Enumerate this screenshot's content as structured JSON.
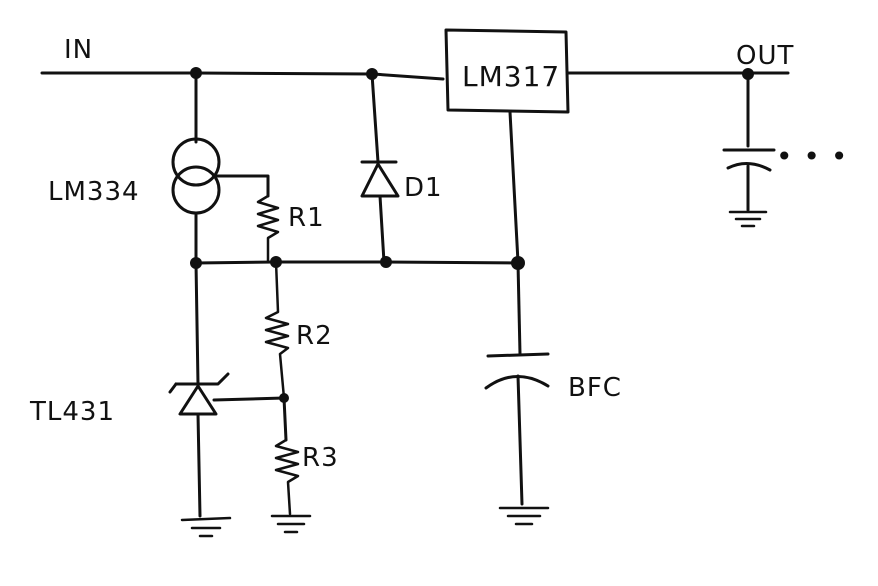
{
  "labels": {
    "in": "IN",
    "out": "OUT",
    "regulator": "LM317",
    "current_source": "LM334",
    "r1": "R1",
    "r2": "R2",
    "r3": "R3",
    "d1": "D1",
    "shunt_ref": "TL431",
    "cap": "BFC",
    "more": "• • •"
  }
}
